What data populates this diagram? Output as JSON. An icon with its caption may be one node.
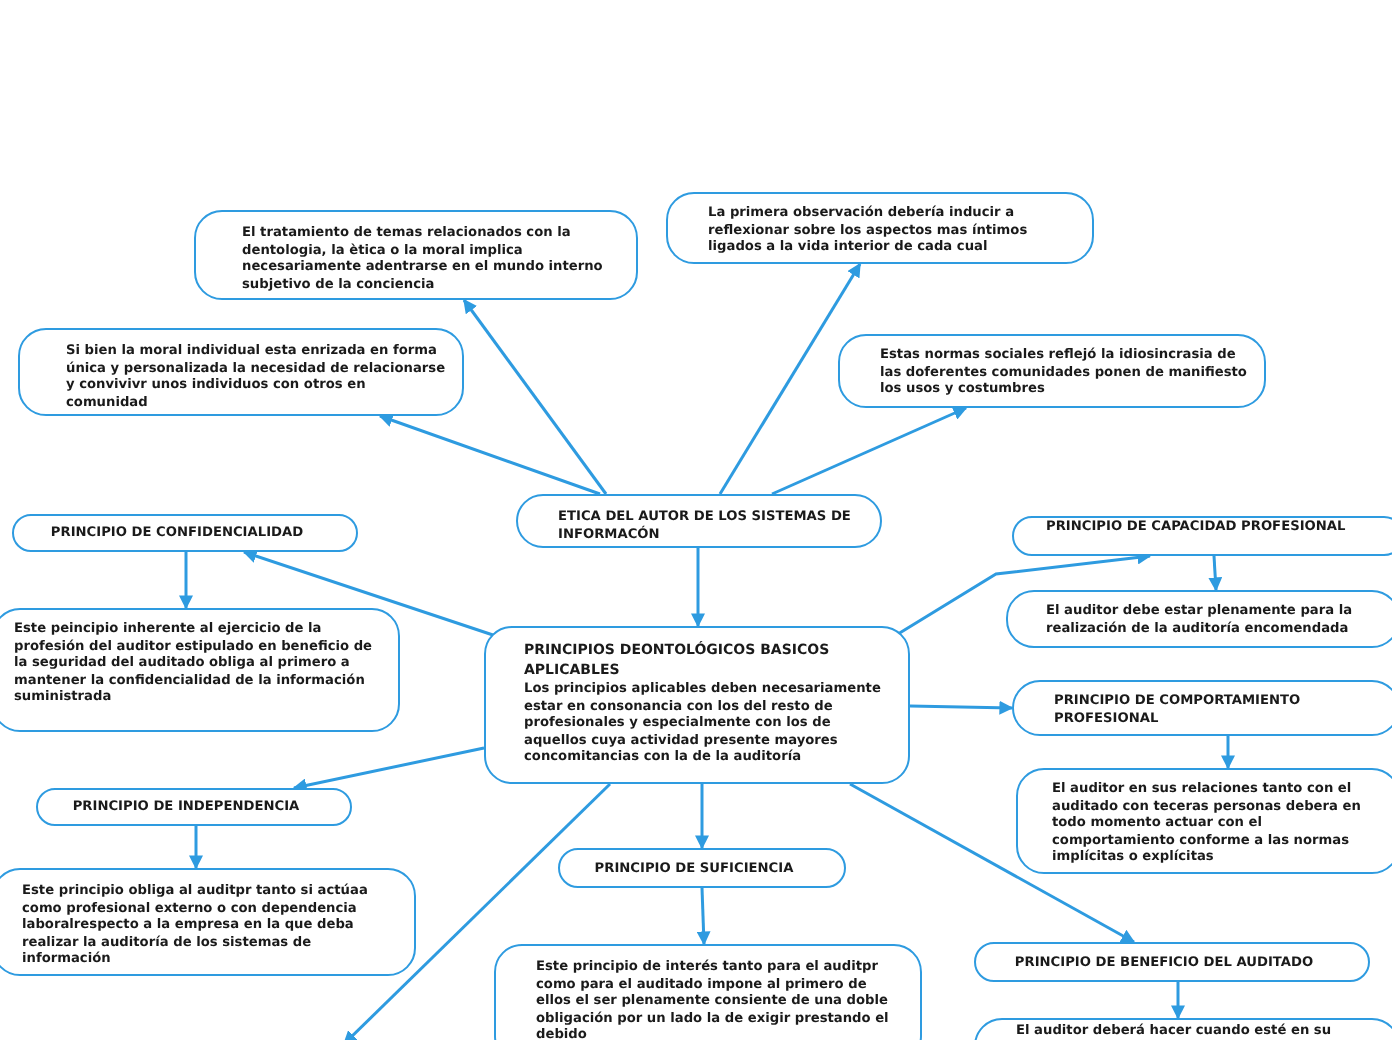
{
  "diagram": {
    "nodes": [
      {
        "text": [
          "ETICA DEL AUTOR DE LOS SISTEMAS DE INFORMACÓN"
        ]
      },
      {
        "text": [
          "El tratamiento de temas relacionados con la dentologia, la ètica o la moral implica necesariamente adentrarse en el mundo interno subjetivo de la conciencia"
        ]
      },
      {
        "text": [
          "Si bien la moral individual esta enrizada en forma única y personalizada la necesidad de relacionarse y convivivr unos individuos con otros en comunidad"
        ]
      },
      {
        "text": [
          "La primera observación debería inducir a reflexionar sobre los aspectos mas íntimos ligados a la vida interior de cada cual"
        ]
      },
      {
        "text": [
          "Estas normas sociales reflejó la idiosincrasia de las doferentes comunidades ponen de manifiesto los usos y costumbres"
        ]
      },
      {
        "text": [
          "PRINCIPIOS DEONTOLÓGICOS BASICOS APLICABLES",
          "Los principios aplicables deben necesariamente estar en consonancia con los del resto de profesionales y especialmente con los de aquellos cuya actividad presente mayores concomitancias con la de la auditoría"
        ]
      },
      {
        "text": [
          "PRINCIPIO DE CONFIDENCIALIDAD"
        ]
      },
      {
        "text": [
          "Este peincipio inherente al ejercicio de la profesión del auditor estipulado en beneficio de la seguridad del auditado obliga al primero a mantener la confidencialidad de la información suministrada"
        ]
      },
      {
        "text": [
          "PRINCIPIO DE INDEPENDENCIA"
        ]
      },
      {
        "text": [
          "Este principio obliga al auditpr tanto si actúaa como profesional externo o con dependencia laboralrespecto a la empresa en la que deba realizar la auditoría de los sistemas de información"
        ]
      },
      {
        "text": [
          "PRINCIPIO DE SUFICIENCIA"
        ]
      },
      {
        "text": [
          "Este principio de interés tanto para el auditpr como para el auditado impone al primero de ellos el ser plenamente consiente de una doble obligación por un lado la de exigir prestando el debido"
        ]
      },
      {
        "text": [
          "PRINCIPIO DE CAPACIDAD PROFESIONAL"
        ]
      },
      {
        "text": [
          "El auditor debe estar plenamente para la realización de la auditoría encomendada"
        ]
      },
      {
        "text": [
          "PRINCIPIO DE COMPORTAMIENTO PROFESIONAL"
        ]
      },
      {
        "text": [
          "El auditor en sus relaciones tanto con el auditado con teceras personas debera en todo momento actuar con el comportamiento conforme a las normas implícitas o explícitas"
        ]
      },
      {
        "text": [
          "PRINCIPIO DE BENEFICIO DEL AUDITADO"
        ]
      },
      {
        "text": [
          "El auditor deberá hacer cuando esté en su"
        ]
      }
    ],
    "edges": [
      {
        "from": 0,
        "to": 1,
        "arrow": "to"
      },
      {
        "from": 0,
        "to": 2,
        "arrow": "to"
      },
      {
        "from": 0,
        "to": 3,
        "arrow": "to"
      },
      {
        "from": 0,
        "to": 4,
        "arrow": "to"
      },
      {
        "from": 0,
        "to": 5,
        "arrow": "to"
      },
      {
        "from": 5,
        "to": 6,
        "arrow": "to"
      },
      {
        "from": 5,
        "to": 8,
        "arrow": "to"
      },
      {
        "from": 5,
        "to": 10,
        "arrow": "to"
      },
      {
        "from": 5,
        "to": null,
        "arrow": "to"
      },
      {
        "from": 5,
        "to": 16,
        "arrow": "to"
      },
      {
        "from": 5,
        "to": 12,
        "arrow": "to"
      },
      {
        "from": 5,
        "to": 14,
        "arrow": "to"
      },
      {
        "from": 6,
        "to": 7,
        "arrow": "to"
      },
      {
        "from": 8,
        "to": 9,
        "arrow": "to"
      },
      {
        "from": 10,
        "to": 11,
        "arrow": "to"
      },
      {
        "from": 12,
        "to": 13,
        "arrow": "to"
      },
      {
        "from": 14,
        "to": 15,
        "arrow": "to"
      },
      {
        "from": 16,
        "to": 17,
        "arrow": "to"
      }
    ]
  }
}
